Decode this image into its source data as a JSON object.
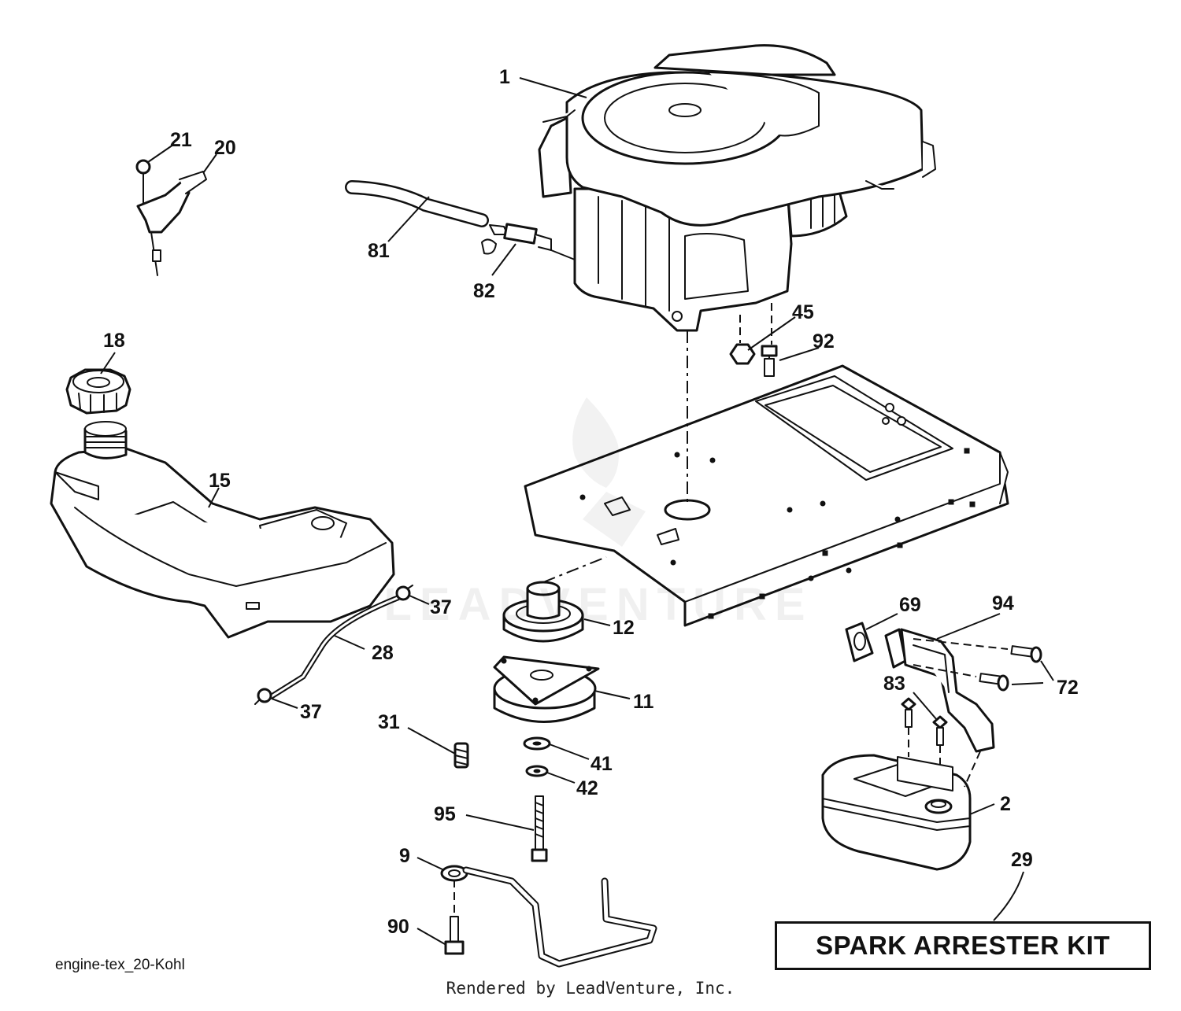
{
  "diagram": {
    "reference_code": "engine-tex_20-Kohl",
    "kit_label": "SPARK ARRESTER KIT",
    "footer": "Rendered by LeadVenture, Inc.",
    "watermark": "LEADVENTURE",
    "watermark_logo_icon": "leadventure-flame-logo-icon",
    "callouts": {
      "c1": "1",
      "c2": "2",
      "c9": "9",
      "c11": "11",
      "c12": "12",
      "c15": "15",
      "c18": "18",
      "c20": "20",
      "c21": "21",
      "c28": "28",
      "c29": "29",
      "c31": "31",
      "c37a": "37",
      "c37b": "37",
      "c41": "41",
      "c42": "42",
      "c45": "45",
      "c69": "69",
      "c72": "72",
      "c81": "81",
      "c82": "82",
      "c83": "83",
      "c90": "90",
      "c92": "92",
      "c94": "94",
      "c95": "95"
    }
  }
}
